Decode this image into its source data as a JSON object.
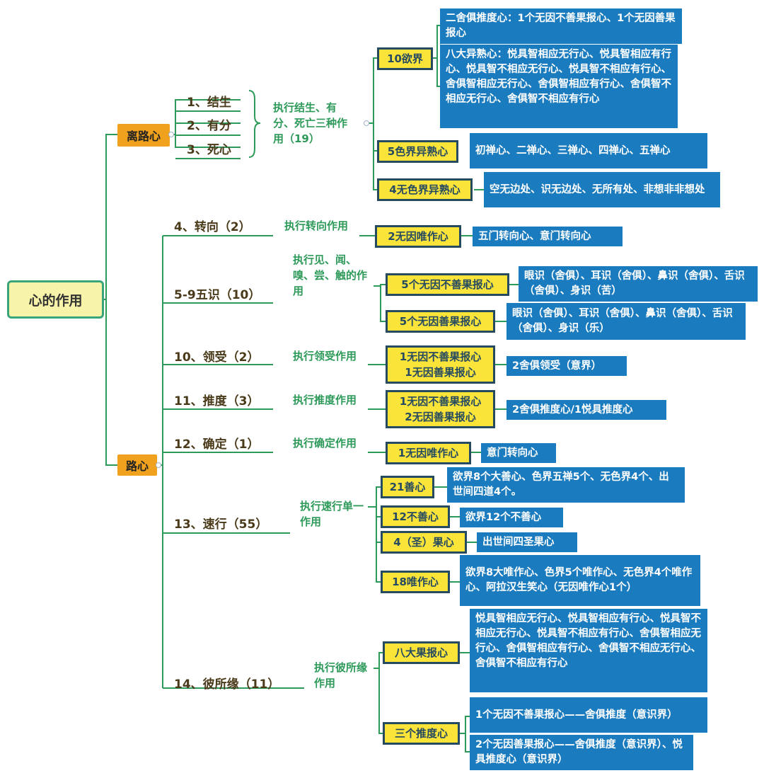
{
  "root": "心的作用",
  "branches": {
    "lilu": "离路心",
    "lu": "路心"
  },
  "lilu": {
    "items": [
      "1、结生",
      "2、有分",
      "3、死心"
    ],
    "action": "执行结生、有分、死亡三种作用（19）",
    "groups": [
      {
        "name": "10欲界",
        "details": [
          "二舍俱推度心：1个无因不善果报心、1个无因善果报心",
          "八大异熟心：悦具智相应无行心、悦具智相应有行心、悦具智不相应无行心、悦具智不相应有行心、舍俱智相应无行心、舍俱智相应有行心、舍俱智不相应无行心、舍俱智不相应有行心"
        ]
      },
      {
        "name": "5色界异熟心",
        "details": [
          "初禅心、二禅心、三禅心、四禅心、五禅心"
        ]
      },
      {
        "name": "4无色界异熟心",
        "details": [
          "空无边处、识无边处、无所有处、非想非非想处"
        ]
      }
    ]
  },
  "lu": [
    {
      "label": "4、转向（2）",
      "action": "执行转向作用",
      "groups": [
        {
          "name": "2无因唯作心",
          "details": [
            "五门转向心、意门转向心"
          ]
        }
      ]
    },
    {
      "label": "5-9五识（10）",
      "action": "执行见、闻、嗅、尝、触的作用",
      "groups": [
        {
          "name": "5个无因不善果报心",
          "details": [
            "眼识（舍俱）、耳识（舍俱）、鼻识（舍俱）、舌识（舍俱）、身识（苦）"
          ]
        },
        {
          "name": "5个无因善果报心",
          "details": [
            "眼识（舍俱）、耳识（舍俱）、鼻识（舍俱）、舌识（舍俱）、身识（乐）"
          ]
        }
      ]
    },
    {
      "label": "10、领受（2）",
      "action": "执行领受作用",
      "groups": [
        {
          "name": "1无因不善果报心",
          "name2": "1无因善果报心",
          "details": [
            "2舍俱领受（意界）"
          ]
        }
      ]
    },
    {
      "label": "11、推度（3）",
      "action": "执行推度作用",
      "groups": [
        {
          "name": "1无因不善果报心",
          "name2": "2无因善果报心",
          "details": [
            "2舍俱推度心/1悦具推度心"
          ]
        }
      ]
    },
    {
      "label": "12、确定（1）",
      "action": "执行确定作用",
      "groups": [
        {
          "name": "1无因唯作心",
          "details": [
            "意门转向心"
          ]
        }
      ]
    },
    {
      "label": "13、速行（55）",
      "action": "执行速行单一作用",
      "groups": [
        {
          "name": "21善心",
          "details": [
            "欲界8个大善心、色界五禅5个、无色界4个、出世间四道4个。"
          ]
        },
        {
          "name": "12不善心",
          "details": [
            "欲界12个不善心"
          ]
        },
        {
          "name": "4（圣）果心",
          "details": [
            "出世间四圣果心"
          ]
        },
        {
          "name": "18唯作心",
          "details": [
            "欲界8大唯作心、色界5个唯作心、无色界4个唯作心、阿拉汉生笑心（无因唯作心1个）"
          ]
        }
      ]
    },
    {
      "label": "14、彼所缘（11）",
      "action": "执行彼所缘作用",
      "groups": [
        {
          "name": "八大果报心",
          "details": [
            "悦具智相应无行心、悦具智相应有行心、悦具智不相应无行心、悦具智不相应有行心、舍俱智相应无行心、舍俱智相应有行心、舍俱智不相应无行心、舍俱智不相应有行心"
          ]
        },
        {
          "name": "三个推度心",
          "details": [
            "1个无因不善果报心——舍俱推度（意识界）",
            "2个无因善果报心——舍俱推度（意识界）、悦具推度心（意识界）"
          ]
        }
      ]
    }
  ],
  "colors": {
    "line": "#2e9a5a",
    "yellow": "#fbe43a",
    "blue": "#1b7bbf",
    "orange": "#f0a11e",
    "root_bg": "#f7f3a8"
  }
}
